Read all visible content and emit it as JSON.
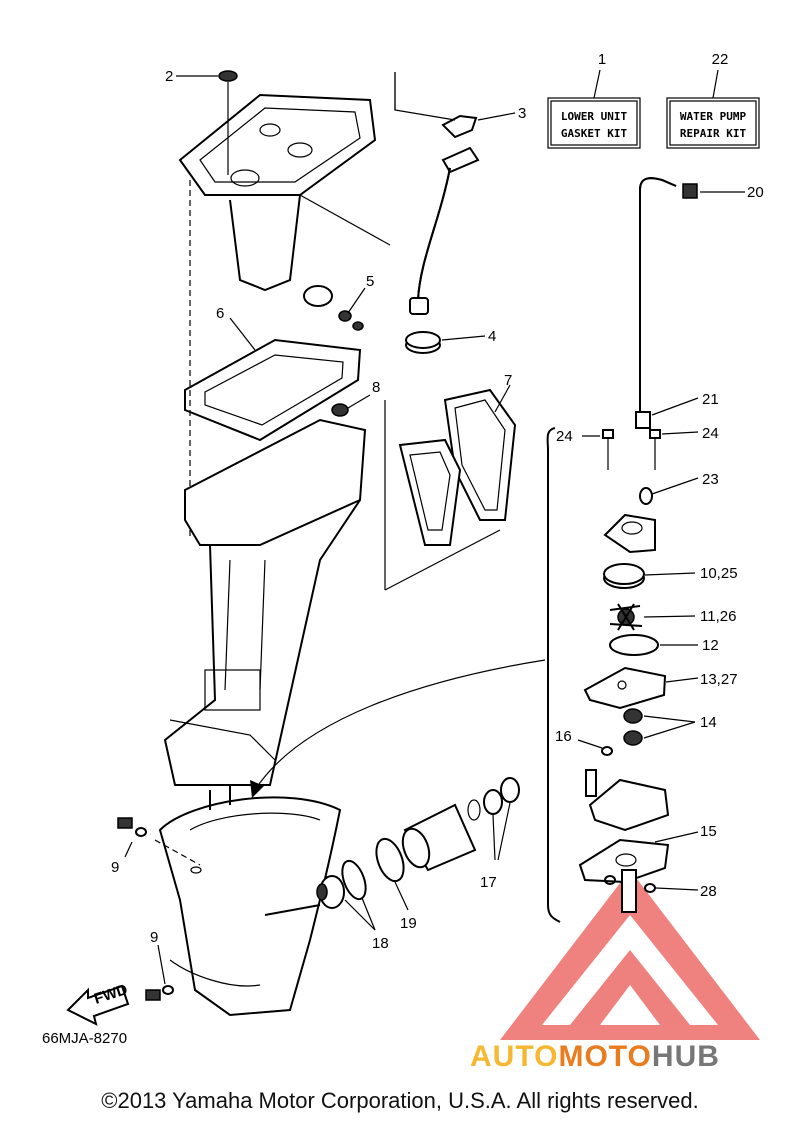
{
  "colors": {
    "line": "#000000",
    "logo_red": "#e53935",
    "logo_yellow": "#f7b731",
    "logo_orange": "#e97c1e",
    "logo_gray": "#777777"
  },
  "kits": [
    {
      "number": "1",
      "line1": "LOWER UNIT",
      "line2": "GASKET KIT"
    },
    {
      "number": "22",
      "line1": "WATER PUMP",
      "line2": "REPAIR KIT"
    }
  ],
  "callouts": {
    "c2": "2",
    "c3": "3",
    "c4": "4",
    "c5": "5",
    "c6": "6",
    "c7": "7",
    "c8": "8",
    "c9a": "9",
    "c9b": "9",
    "c10": "10,25",
    "c11": "11,26",
    "c12": "12",
    "c13": "13,27",
    "c14": "14",
    "c15": "15",
    "c16": "16",
    "c17": "17",
    "c18": "18",
    "c19": "19",
    "c20": "20",
    "c21": "21",
    "c23": "23",
    "c24a": "24",
    "c24b": "24",
    "c28": "28"
  },
  "fwd_label": "FWD",
  "drawing_code": "66MJA-8270",
  "watermark": {
    "part1": "AUTO",
    "part2": "MOTO",
    "part3": "HUB"
  },
  "copyright": "©2013 Yamaha Motor Corporation, U.S.A. All rights reserved."
}
